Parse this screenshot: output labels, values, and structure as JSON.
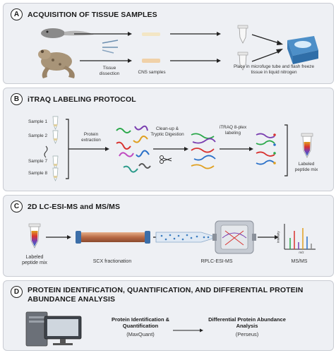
{
  "panel_a": {
    "letter": "A",
    "title": "ACQUISITION OF TISSUE SAMPLES",
    "tissue_dissection": "Tissue dissection",
    "cns_samples": "CNS samples",
    "place_tube": "Place in microfuge tube and flash freeze tissue in liquid nitrogen"
  },
  "panel_b": {
    "letter": "B",
    "title": "iTRAQ LABELING PROTOCOL",
    "samples": [
      "Sample 1",
      "Sample 2",
      "Sample 7",
      "Sample 8"
    ],
    "protein_extraction": "Protein extraction",
    "cleanup": "Clean-up & Tryptic Digestion",
    "itraq": "iTRAQ 8-plex labeling",
    "labeled_mix": "Labeled peptide mix"
  },
  "panel_c": {
    "letter": "C",
    "title": "2D LC-ESI-MS and MS/MS",
    "labeled_mix": "Labeled peptide mix",
    "scx": "SCX fractionation",
    "rplc": "RPLC-ESI-MS",
    "msms": "MS/MS",
    "axis_y": "Intensity",
    "axis_x": "m/z"
  },
  "panel_d": {
    "letter": "D",
    "title": "PROTEIN IDENTIFICATION, QUANTIFICATION, AND DIFFERENTIAL PROTEIN ABUNDANCE ANALYSIS",
    "id_quant": "Protein Identification & Quantification",
    "maxquant": "(MaxQuant)",
    "diff_abund": "Differential Protein Abundance Analysis",
    "perseus": "(Perseus)"
  }
}
